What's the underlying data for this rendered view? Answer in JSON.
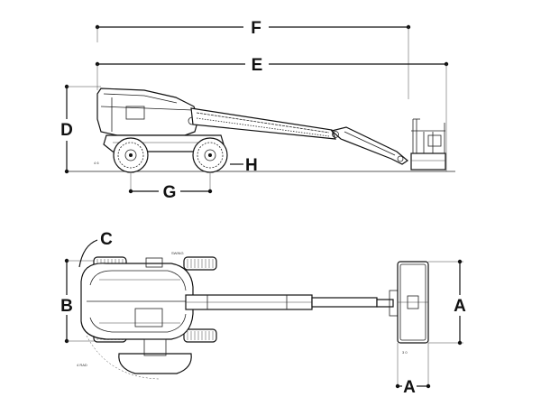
{
  "dimensions": {
    "A": "A",
    "B": "B",
    "C": "C",
    "D": "D",
    "E": "E",
    "F": "F",
    "G": "G",
    "H": "H"
  },
  "small_notes": {
    "side_ground": "4 6",
    "top_radius": "4 RAD",
    "top_swing": "SWING",
    "platform_width": "3 0"
  }
}
